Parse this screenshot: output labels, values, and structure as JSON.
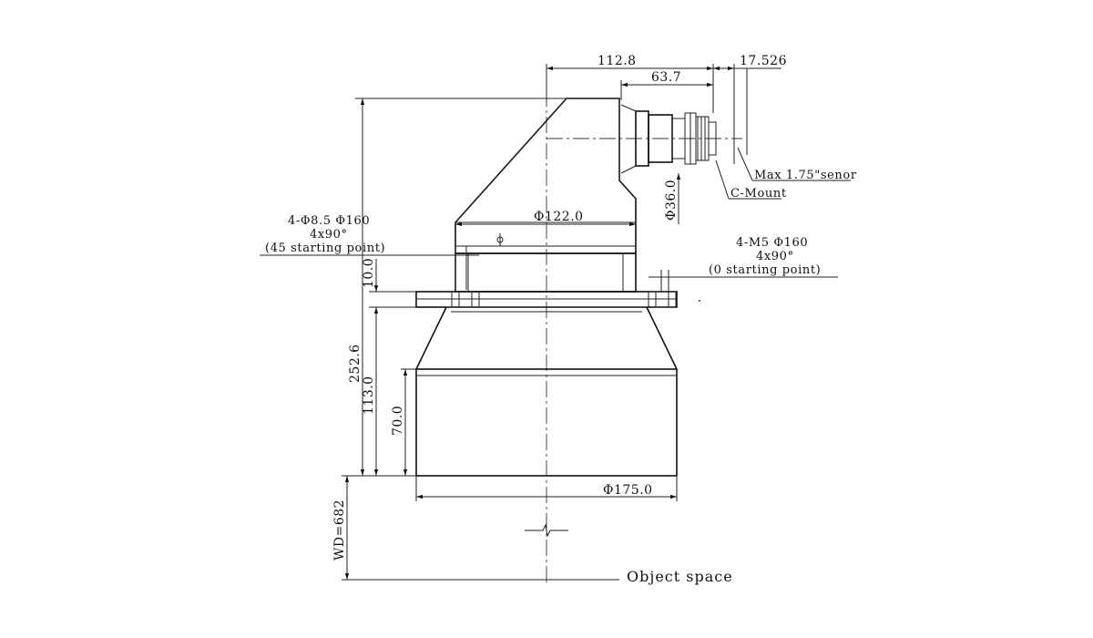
{
  "dimensions": {
    "total_length": "112.8",
    "lens_offset": "63.7",
    "flange_back": "17.526",
    "bore_diameter": "Φ122.0",
    "mount_diameter": "Φ36.0",
    "front_diameter": "Φ175.0",
    "flange_thickness": "10.0",
    "overall_height": "252.6",
    "lower_height": "113.0",
    "front_height": "70.0",
    "working_distance": "WD=682"
  },
  "notes": {
    "sensor": "Max 1.75\"senor",
    "mount": "C-Mount",
    "left_holes_1": "4-Φ8.5 Φ160",
    "left_holes_2": "4x90°",
    "left_holes_3": "(45 starting point)",
    "right_holes_1": "4-M5 Φ160",
    "right_holes_2": "4x90°",
    "right_holes_3": "(0 starting point)",
    "object_space": "Object space"
  },
  "colors": {
    "line": "#111111",
    "background": "#ffffff"
  }
}
